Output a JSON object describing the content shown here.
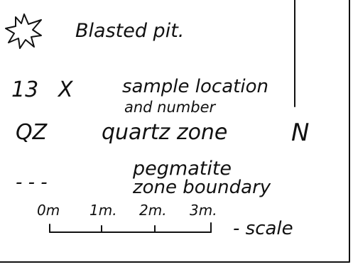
{
  "legend": {
    "blast": {
      "symbol_icon": "starburst-icon",
      "label": "Blasted pit."
    },
    "sample": {
      "number": "13",
      "symbol": "X",
      "label_line1": "sample location",
      "label_line2": "and number"
    },
    "quartz": {
      "symbol": "QZ",
      "label": "quartz zone"
    },
    "north": "N",
    "boundary": {
      "symbol": "- - -",
      "label_line1": "pegmatite",
      "label_line2": "zone boundary"
    },
    "scale": {
      "ticks": [
        "0m",
        "1m.",
        "2m.",
        "3m."
      ],
      "label": "- scale"
    }
  }
}
